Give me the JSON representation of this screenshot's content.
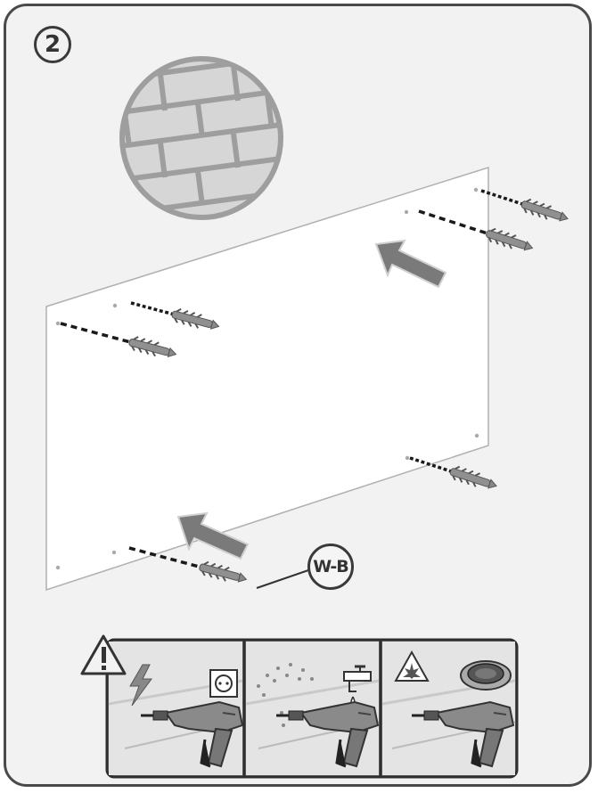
{
  "step": {
    "number": "2"
  },
  "callout": {
    "label": "W-B"
  },
  "warnings": [
    {
      "hazard": "electricity",
      "icons": [
        "warning-triangle-icon",
        "lightning-icon",
        "power-socket-icon",
        "drill-icon"
      ]
    },
    {
      "hazard": "water",
      "icons": [
        "water-spray-icon",
        "water-tap-icon",
        "drill-icon"
      ]
    },
    {
      "hazard": "gas",
      "icons": [
        "explosion-warning-icon",
        "gas-burner-icon",
        "drill-icon"
      ]
    }
  ],
  "colors": {
    "frame": "#4a4a4a",
    "background": "#f2f2f2",
    "panel": "#ffffff",
    "brick": "#9e9e9e",
    "arrow": "#7a7a7a",
    "plug": "#8f8f8f"
  }
}
